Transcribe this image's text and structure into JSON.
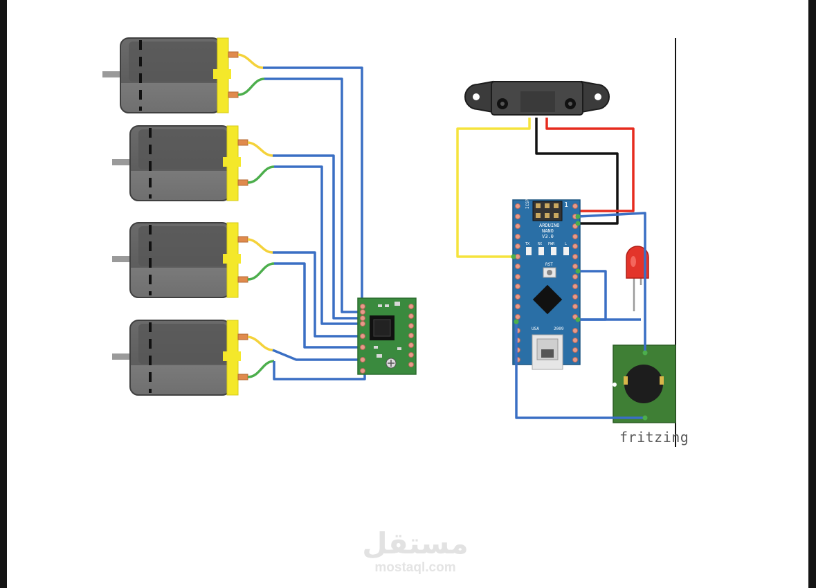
{
  "diagram": {
    "footer_label": "fritzing",
    "board": {
      "model_line1": "ARDUINO",
      "model_line2": "NANO",
      "model_line3": "V3.0",
      "icsp": "ICSP",
      "one": "1",
      "led_tx": "TX",
      "led_rx": "RX",
      "led_pwr": "PWR",
      "led_l": "L",
      "rst": "RST",
      "usa": "USA",
      "year": "2009"
    }
  },
  "watermark": {
    "arabic": "مستقل",
    "latin": "mostaql.com"
  },
  "colors": {
    "wire_blue": "#3a6fc4",
    "wire_yellow": "#f5e33c",
    "wire_red": "#e62b1e",
    "wire_black": "#111111",
    "motor_yellow": "#f4e82a",
    "nano_blue": "#2a6fa6",
    "driver_green": "#3a8a3e",
    "buzzer_green": "#3f7f35"
  }
}
